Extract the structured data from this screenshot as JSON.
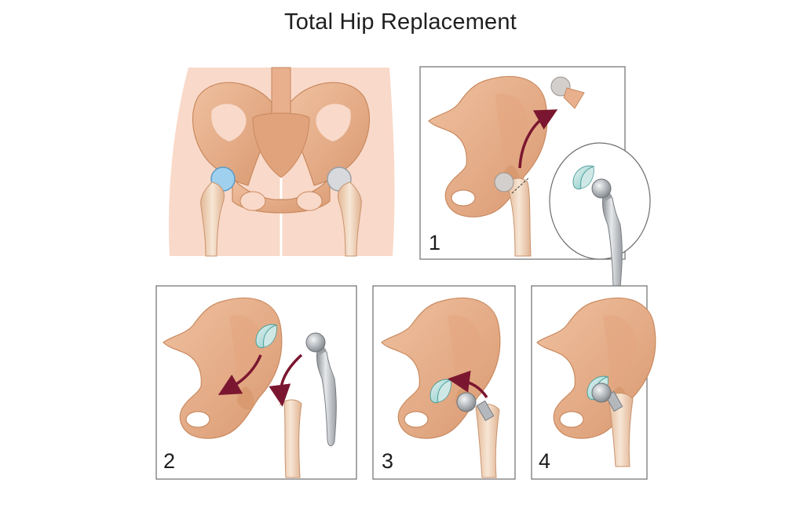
{
  "title": "Total Hip Replacement",
  "steps": [
    {
      "number": "1"
    },
    {
      "number": "2"
    },
    {
      "number": "3"
    },
    {
      "number": "4"
    }
  ],
  "colors": {
    "skin": "#f9d9c9",
    "bone": "#e8b08d",
    "bone_dark": "#c8895f",
    "femur": "#f2dcc6",
    "cartilage": "#8fc8e8",
    "implant": "#b9bcc0",
    "arrow": "#7b1630",
    "frame": "#6d6d6d"
  }
}
